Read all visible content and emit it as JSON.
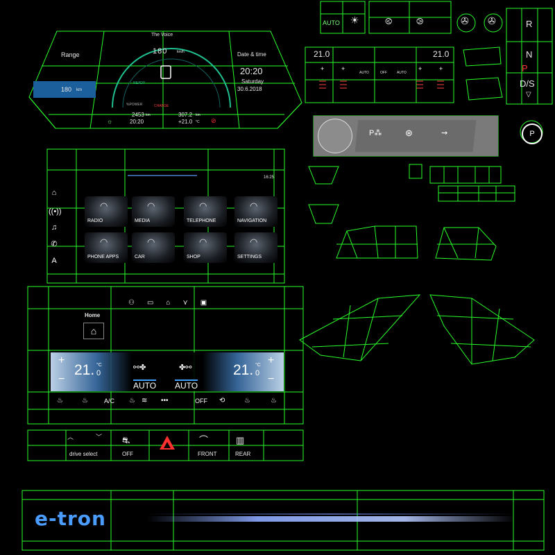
{
  "colors": {
    "wire": "#2aff2a",
    "accent": "#3fa0ff",
    "hazard": "#ff3030",
    "brand_blue": "#4a9cff"
  },
  "cluster": {
    "voice": "The Voice",
    "speed": "180",
    "speed_unit": "km/h",
    "range_label": "Range",
    "range_value": "180",
    "range_unit": "km",
    "datetime_label": "Date & time",
    "time": "20:20",
    "day": "Saturday",
    "date": "30.6.2018",
    "power_label": "%POWER",
    "charge_label": "CHARGE",
    "ready_label": "READY",
    "trip1": "2453",
    "trip1_unit": "km",
    "trip2": "307.2",
    "trip2_unit": "km",
    "clock_bottom": "20:20",
    "outside_temp": "+21.0",
    "outside_temp_unit": "°C"
  },
  "light_panel": {
    "auto_label": "AUTO"
  },
  "mini_climate": {
    "left_temp": "21.0",
    "right_temp": "21.0",
    "auto_left": "AUTO",
    "off": "OFF",
    "auto_right": "AUTO"
  },
  "gear_selector": {
    "r": "R",
    "n": "N",
    "p": "P",
    "ds": "D/S"
  },
  "infotainment": {
    "status_time": "16:25",
    "tiles": [
      {
        "label": "RADIO",
        "icon": "radio-icon"
      },
      {
        "label": "MEDIA",
        "icon": "music-note-icon"
      },
      {
        "label": "TELEPHONE",
        "icon": "phone-icon"
      },
      {
        "label": "NAVIGATION",
        "icon": "navigation-icon"
      },
      {
        "label": "PHONE APPS",
        "icon": "phone-apps-icon"
      },
      {
        "label": "CAR",
        "icon": "car-icon"
      },
      {
        "label": "SHOP",
        "icon": "shop-icon"
      },
      {
        "label": "SETTINGS",
        "icon": "gear-icon"
      }
    ]
  },
  "climate_screen": {
    "home_label": "Home",
    "left_temp": "21.",
    "left_temp_decimal": "0",
    "right_temp": "21.",
    "right_temp_decimal": "0",
    "temp_unit": "°C",
    "auto_left": "AUTO",
    "auto_right": "AUTO",
    "ac_label": "A/C",
    "dots": "•••",
    "off_label": "OFF"
  },
  "bottom_bar": {
    "drive_select": "drive select",
    "off": "OFF",
    "front": "FRONT",
    "rear": "REAR"
  },
  "brand": {
    "logo_text": "e-tron"
  }
}
